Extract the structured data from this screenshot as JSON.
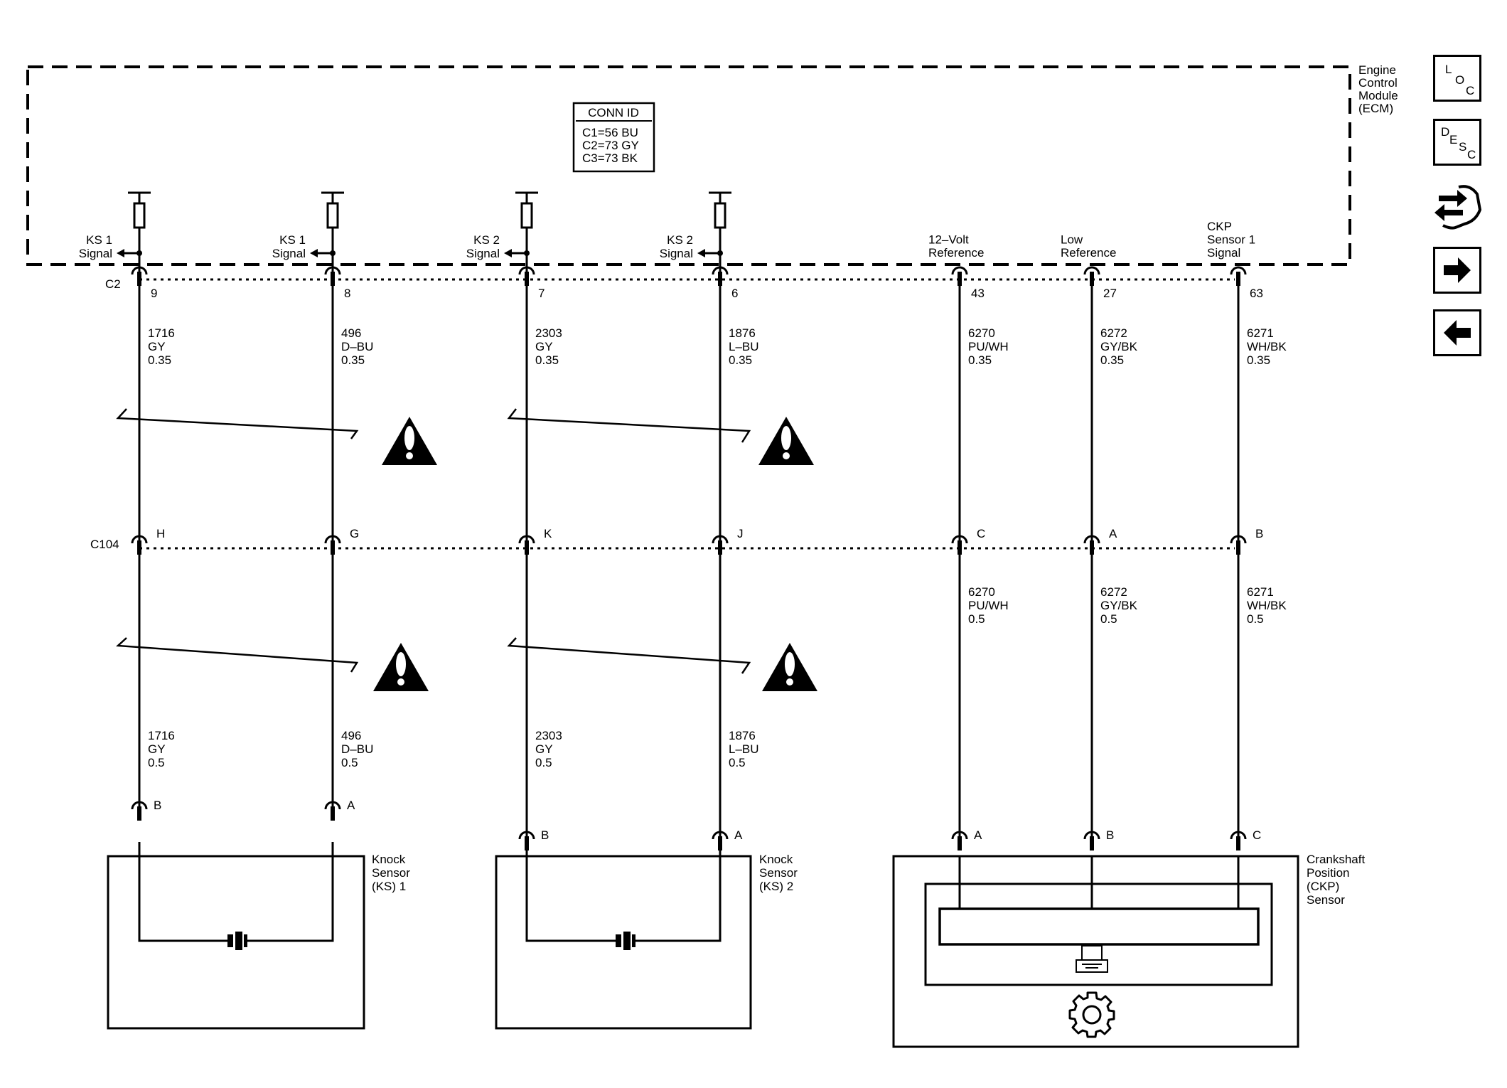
{
  "ecm": {
    "title_lines": [
      "Engine",
      "Control",
      "Module",
      "(ECM)"
    ],
    "conn_id_header": "CONN ID",
    "conn_id_lines": [
      "C1=56 BU",
      "C2=73 GY",
      "C3=73 BK"
    ],
    "connector_top": "C2",
    "connector_mid": "C104"
  },
  "circuits": [
    {
      "id": "ks1_sig",
      "ecm_label": [
        "KS 1",
        "Signal"
      ],
      "ecm_pin": "9",
      "upper_wire": [
        "1716",
        "GY",
        "0.35"
      ],
      "c104_pin": "H",
      "lower_wire": [
        "1716",
        "GY",
        "0.5"
      ],
      "sensor_pin": "B"
    },
    {
      "id": "ks1_low",
      "ecm_label": [
        "KS 1",
        "Signal"
      ],
      "ecm_pin": "8",
      "upper_wire": [
        "496",
        "D–BU",
        "0.35"
      ],
      "c104_pin": "G",
      "lower_wire": [
        "496",
        "D–BU",
        "0.5"
      ],
      "sensor_pin": "A"
    },
    {
      "id": "ks2_sig",
      "ecm_label": [
        "KS 2",
        "Signal"
      ],
      "ecm_pin": "7",
      "upper_wire": [
        "2303",
        "GY",
        "0.35"
      ],
      "c104_pin": "K",
      "lower_wire": [
        "2303",
        "GY",
        "0.5"
      ],
      "sensor_pin": "B"
    },
    {
      "id": "ks2_low",
      "ecm_label": [
        "KS 2",
        "Signal"
      ],
      "ecm_pin": "6",
      "upper_wire": [
        "1876",
        "L–BU",
        "0.35"
      ],
      "c104_pin": "J",
      "lower_wire": [
        "1876",
        "L–BU",
        "0.5"
      ],
      "sensor_pin": "A"
    },
    {
      "id": "ckp_ref",
      "ecm_label": [
        "12–Volt",
        "Reference"
      ],
      "ecm_pin": "43",
      "upper_wire": [
        "6270",
        "PU/WH",
        "0.35"
      ],
      "c104_pin": "C",
      "lower_wire": [
        "6270",
        "PU/WH",
        "0.5"
      ],
      "sensor_pin": "A"
    },
    {
      "id": "ckp_low",
      "ecm_label": [
        "Low",
        "Reference"
      ],
      "ecm_pin": "27",
      "upper_wire": [
        "6272",
        "GY/BK",
        "0.35"
      ],
      "c104_pin": "A",
      "lower_wire": [
        "6272",
        "GY/BK",
        "0.5"
      ],
      "sensor_pin": "B"
    },
    {
      "id": "ckp_sig",
      "ecm_label": [
        "CKP",
        "Sensor 1",
        "Signal"
      ],
      "ecm_pin": "63",
      "upper_wire": [
        "6271",
        "WH/BK",
        "0.35"
      ],
      "c104_pin": "B",
      "lower_wire": [
        "6271",
        "WH/BK",
        "0.5"
      ],
      "sensor_pin": "C"
    }
  ],
  "components": {
    "ks1": [
      "Knock",
      "Sensor",
      "(KS) 1"
    ],
    "ks2": [
      "Knock",
      "Sensor",
      "(KS) 2"
    ],
    "ckp": [
      "Crankshaft",
      "Position",
      "(CKP)",
      "Sensor"
    ]
  },
  "nav": {
    "loc": [
      "L",
      "O",
      "C"
    ],
    "desc": [
      "D",
      "E",
      "S",
      "C"
    ],
    "icons": [
      "connector-tools-icon",
      "arrow-right-icon",
      "arrow-left-icon"
    ]
  }
}
